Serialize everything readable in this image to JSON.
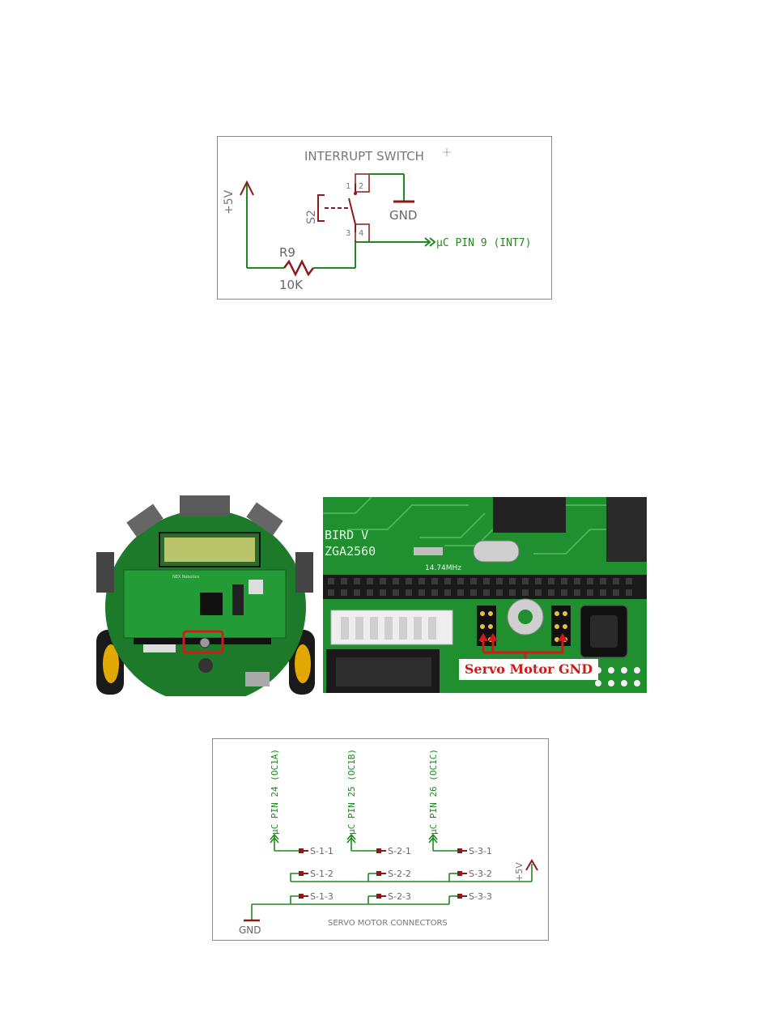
{
  "interrupt_schematic": {
    "title": "INTERRUPT SWITCH",
    "supply_label": "+5V",
    "switch_ref": "S2",
    "resistor_ref": "R9",
    "resistor_value": "10K",
    "gnd_label": "GND",
    "output_label": "µC PIN 9 (INT7)",
    "pins": [
      "1",
      "2",
      "3",
      "4"
    ]
  },
  "photo_callout": {
    "label": "Servo Motor GND",
    "board_text_1": "BIRD V",
    "board_text_2": "ZGA2560",
    "crystal_text": "14.74MHz",
    "pcb_text_robot": "NEX Robotics"
  },
  "servo_schematic": {
    "title": "SERVO MOTOR CONNECTORS",
    "gnd_label": "GND",
    "supply_label": "+5V",
    "signals": [
      "µC PIN 24 (OC1A)",
      "µC PIN 25 (OC1B)",
      "µC PIN 26 (OC1C)"
    ],
    "connectors": [
      [
        "S-1-1",
        "S-1-2",
        "S-1-3"
      ],
      [
        "S-2-1",
        "S-2-2",
        "S-2-3"
      ],
      [
        "S-3-1",
        "S-3-2",
        "S-3-3"
      ]
    ]
  },
  "colors": {
    "wire": "#1f8a1f",
    "component": "#8b1a1a",
    "label_gray": "#777777",
    "callout_red": "#d11a1a",
    "pcb_green": "#1f8f2f"
  }
}
